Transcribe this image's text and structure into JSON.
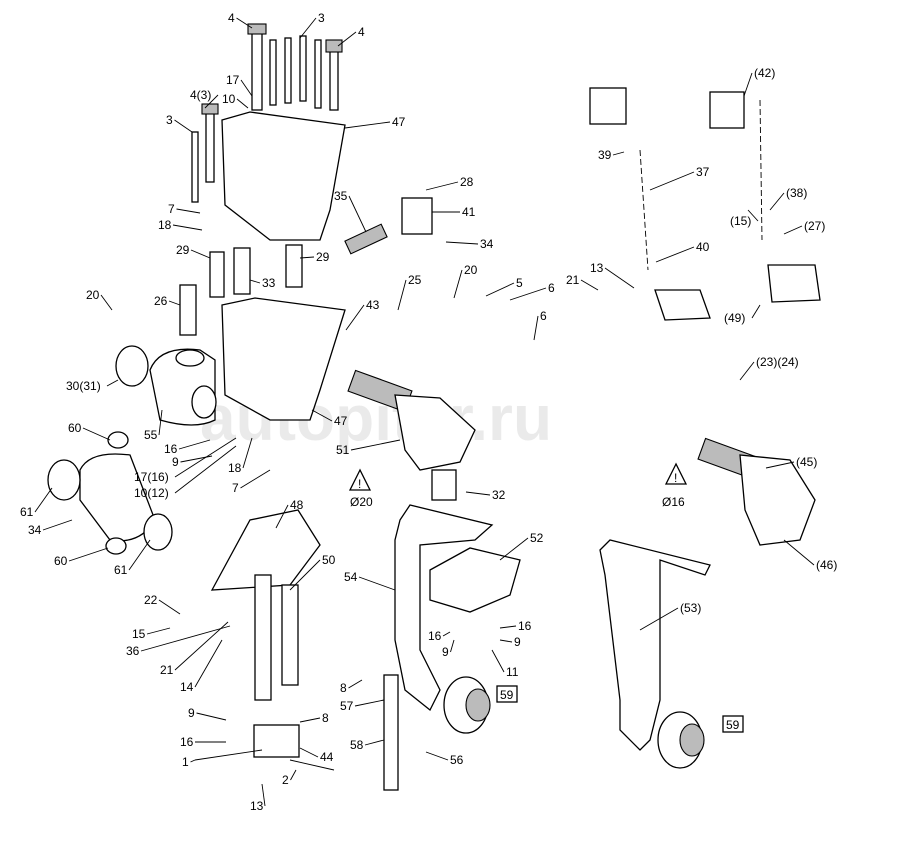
{
  "watermark": "autopiter.ru",
  "labels": [
    "4",
    "3",
    "4",
    "17",
    "10",
    "4(3)",
    "3",
    "47",
    "7",
    "18",
    "35",
    "28",
    "41",
    "34",
    "29",
    "29",
    "33",
    "26",
    "20",
    "43",
    "25",
    "20",
    "5",
    "6",
    "6",
    "30(31)",
    "55",
    "47",
    "16",
    "9",
    "17(16)",
    "10(12)",
    "18",
    "7",
    "51",
    "60",
    "61",
    "34",
    "60",
    "61",
    "32",
    "52",
    "54",
    "48",
    "50",
    "22",
    "15",
    "36",
    "21",
    "14",
    "16",
    "9",
    "16",
    "9",
    "11",
    "8",
    "57",
    "58",
    "56",
    "9",
    "8",
    "16",
    "44",
    "1",
    "2",
    "13",
    "(42)",
    "39",
    "37",
    "(38)",
    "(15)",
    "(27)",
    "21",
    "13",
    "40",
    "(49)",
    "(23)(24)",
    "(45)",
    "(46)",
    "(53)"
  ],
  "callout_boxes": [
    "59",
    "59"
  ],
  "warnings": [
    "Ø20",
    "Ø16"
  ]
}
